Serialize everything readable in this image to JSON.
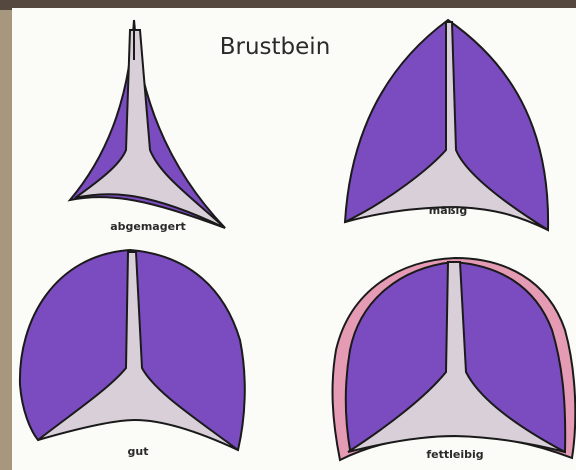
{
  "title": "Brustbein",
  "colors": {
    "muscle": "#7b4cc0",
    "bone": "#d8cfd8",
    "fat": "#e49bb3",
    "outline": "#1a1a1a",
    "paper": "#fbfbf8",
    "photo_frame": "#6b5f55",
    "photo_frame_light": "#b5a592"
  },
  "panels": [
    {
      "id": "abgemagert",
      "label": "abgemagert"
    },
    {
      "id": "maessig",
      "label": "mäßig"
    },
    {
      "id": "gut",
      "label": "gut"
    },
    {
      "id": "fettleibig",
      "label": "fettleibig"
    }
  ]
}
